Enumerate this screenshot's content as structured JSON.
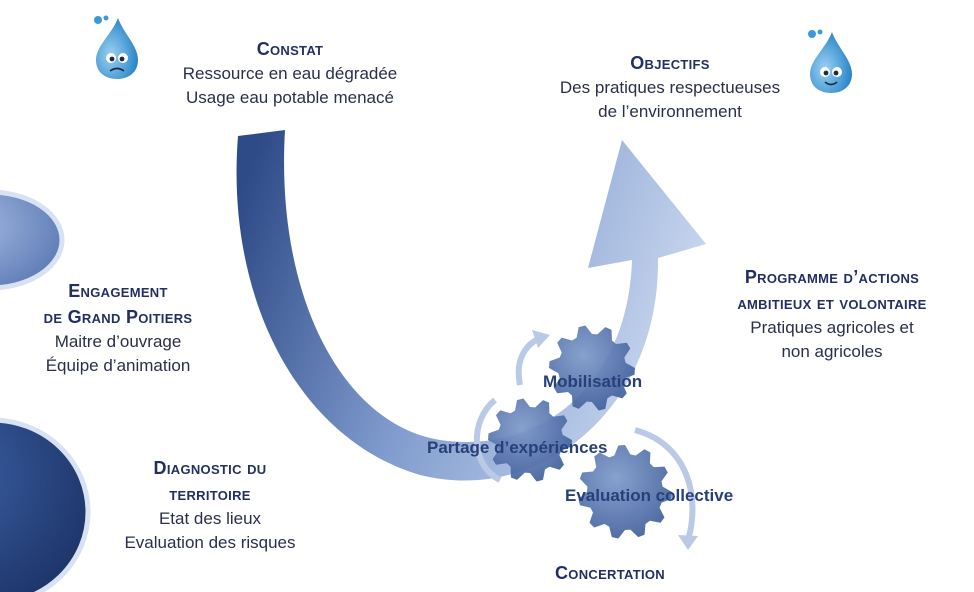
{
  "constat": {
    "title": "Constat",
    "lines": [
      "Ressource en eau dégradée",
      "Usage eau potable menacé"
    ]
  },
  "objectifs": {
    "title": "Objectifs",
    "lines": [
      "Des pratiques respectueuses",
      "de l’environnement"
    ]
  },
  "engagement": {
    "title_lines": [
      "Engagement",
      "de Grand Poitiers"
    ],
    "lines": [
      "Maitre d’ouvrage",
      "Équipe d’animation"
    ]
  },
  "diagnostic": {
    "title_lines": [
      "Diagnostic du",
      "territoire"
    ],
    "lines": [
      "Etat des lieux",
      "Evaluation des risques"
    ]
  },
  "programme": {
    "title_lines": [
      "Programme d’actions",
      "ambitieux et volontaire"
    ],
    "lines": [
      "Pratiques agricoles et",
      "non agricoles"
    ]
  },
  "concertation": {
    "title": "Concertation",
    "gears": [
      "Mobilisation",
      "Partage d’expériences",
      "Evaluation collective"
    ]
  },
  "icons": {
    "sad_drop": "sad-water-drop-icon",
    "happy_drop": "happy-water-drop-icon",
    "gear": "gear-icon"
  },
  "colors": {
    "arrow_dark": "#2f4f8c",
    "arrow_light": "#c9d7ef",
    "gear": "#5a7ab3",
    "title": "#232f63"
  }
}
